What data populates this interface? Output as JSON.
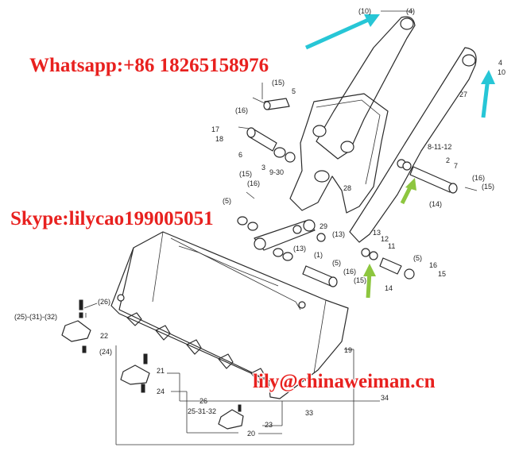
{
  "watermarks": {
    "whatsapp": "Whatsapp:+86 18265158976",
    "skype": "Skype:lilycao199005051",
    "email": "lily@chinaweiman.cn"
  },
  "colors": {
    "watermark": "#e8211f",
    "cyan_arrow": "#27c6d6",
    "green_arrow": "#8dc63f"
  },
  "labels": {
    "l10a": "(10)",
    "l4a": "(4)",
    "l4b": "4",
    "l10b": "10",
    "l27": "27",
    "l15a": "(15)",
    "l5a": "5",
    "l16a": "(16)",
    "l17": "17",
    "l18": "18",
    "l6": "6",
    "l3": "3",
    "l930": "9-30",
    "l28": "28",
    "l8112": "8-11-12",
    "l7": "7",
    "l2": "2",
    "l16b": "(16)",
    "l15b": "(15)",
    "l14a": "(14)",
    "l15c": "(15)",
    "l16c": "(16)",
    "l5b": "(5)",
    "l29": "29",
    "l13a": "(13)",
    "l13b": "13",
    "l12": "12",
    "l11": "11",
    "l13c": "(13)",
    "l1": "(1)",
    "l5c": "(5)",
    "l16d": "(16)",
    "l15d": "(15)",
    "l5d": "(5)",
    "l16e": "16",
    "l15e": "15",
    "l14b": "14",
    "l26a": "(26)",
    "l253132a": "(25)-(31)-(32)",
    "l22": "22",
    "l24a": "(24)",
    "l19": "19",
    "l21": "21",
    "l24b": "24",
    "l26b": "26",
    "l253132b": "25-31-32",
    "l23": "23",
    "l20": "20",
    "l33": "33",
    "l34": "34"
  }
}
